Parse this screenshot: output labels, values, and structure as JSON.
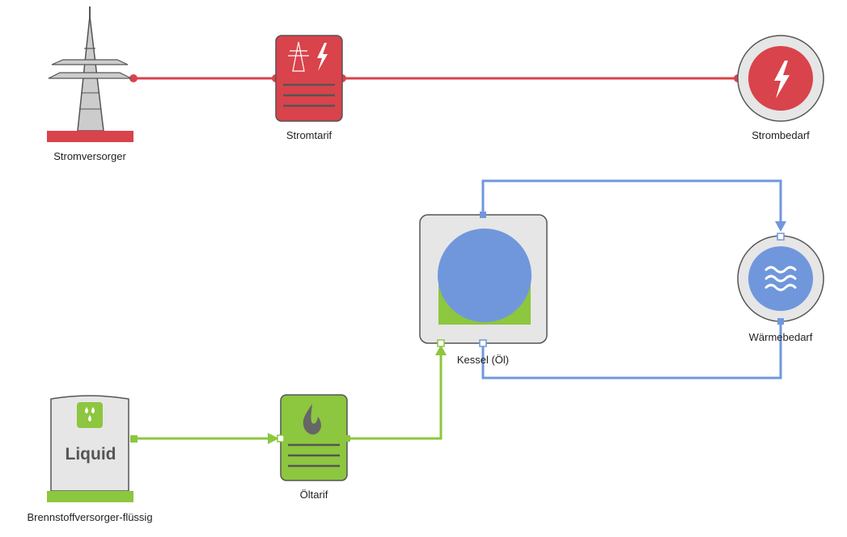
{
  "nodes": {
    "stromversorger": {
      "label": "Stromversorger"
    },
    "stromtarif": {
      "label": "Stromtarif"
    },
    "strombedarf": {
      "label": "Strombedarf"
    },
    "kessel": {
      "label": "Kessel (Öl)"
    },
    "waermebedarf": {
      "label": "Wärmebedarf"
    },
    "brennstoffversorger": {
      "label": "Brennstoffversorger-flüssig",
      "tank_text": "Liquid"
    },
    "oeltarif": {
      "label": "Öltarif"
    }
  },
  "colors": {
    "electric": "#d9434b",
    "heat": "#7097dc",
    "fuel": "#8dc63f",
    "panel": "#e6e6e6",
    "outline": "#555555",
    "icon_gray": "#9a9a9a"
  }
}
